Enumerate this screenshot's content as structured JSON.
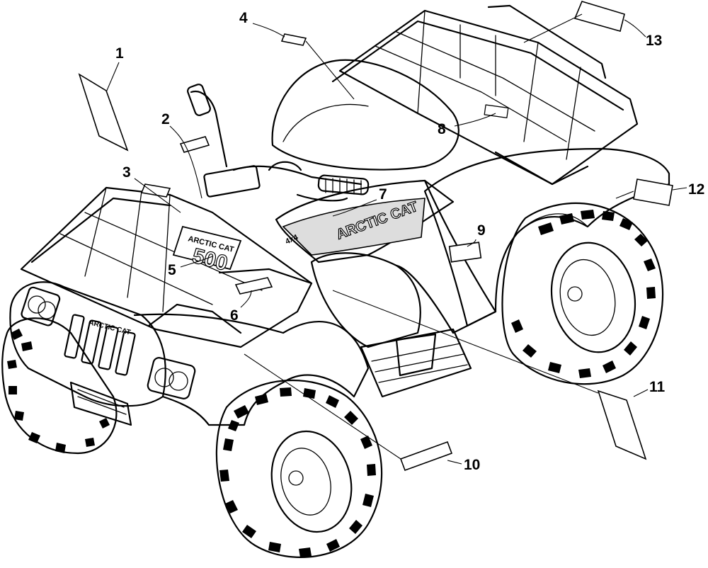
{
  "diagram": {
    "callouts": [
      {
        "id": "c1",
        "label": "1"
      },
      {
        "id": "c2",
        "label": "2"
      },
      {
        "id": "c3",
        "label": "3"
      },
      {
        "id": "c4",
        "label": "4"
      },
      {
        "id": "c5",
        "label": "5"
      },
      {
        "id": "c6",
        "label": "6"
      },
      {
        "id": "c7",
        "label": "7"
      },
      {
        "id": "c8",
        "label": "8"
      },
      {
        "id": "c9",
        "label": "9"
      },
      {
        "id": "c10",
        "label": "10"
      },
      {
        "id": "c11",
        "label": "11"
      },
      {
        "id": "c12",
        "label": "12"
      },
      {
        "id": "c13",
        "label": "13"
      }
    ],
    "vehicle_decals": {
      "side_brand": "ARCTIC CAT",
      "front_brand": "ARCTIC CAT",
      "model_brand": "ARCTIC CAT",
      "model_number": "500",
      "side_badge": "4x4"
    }
  }
}
